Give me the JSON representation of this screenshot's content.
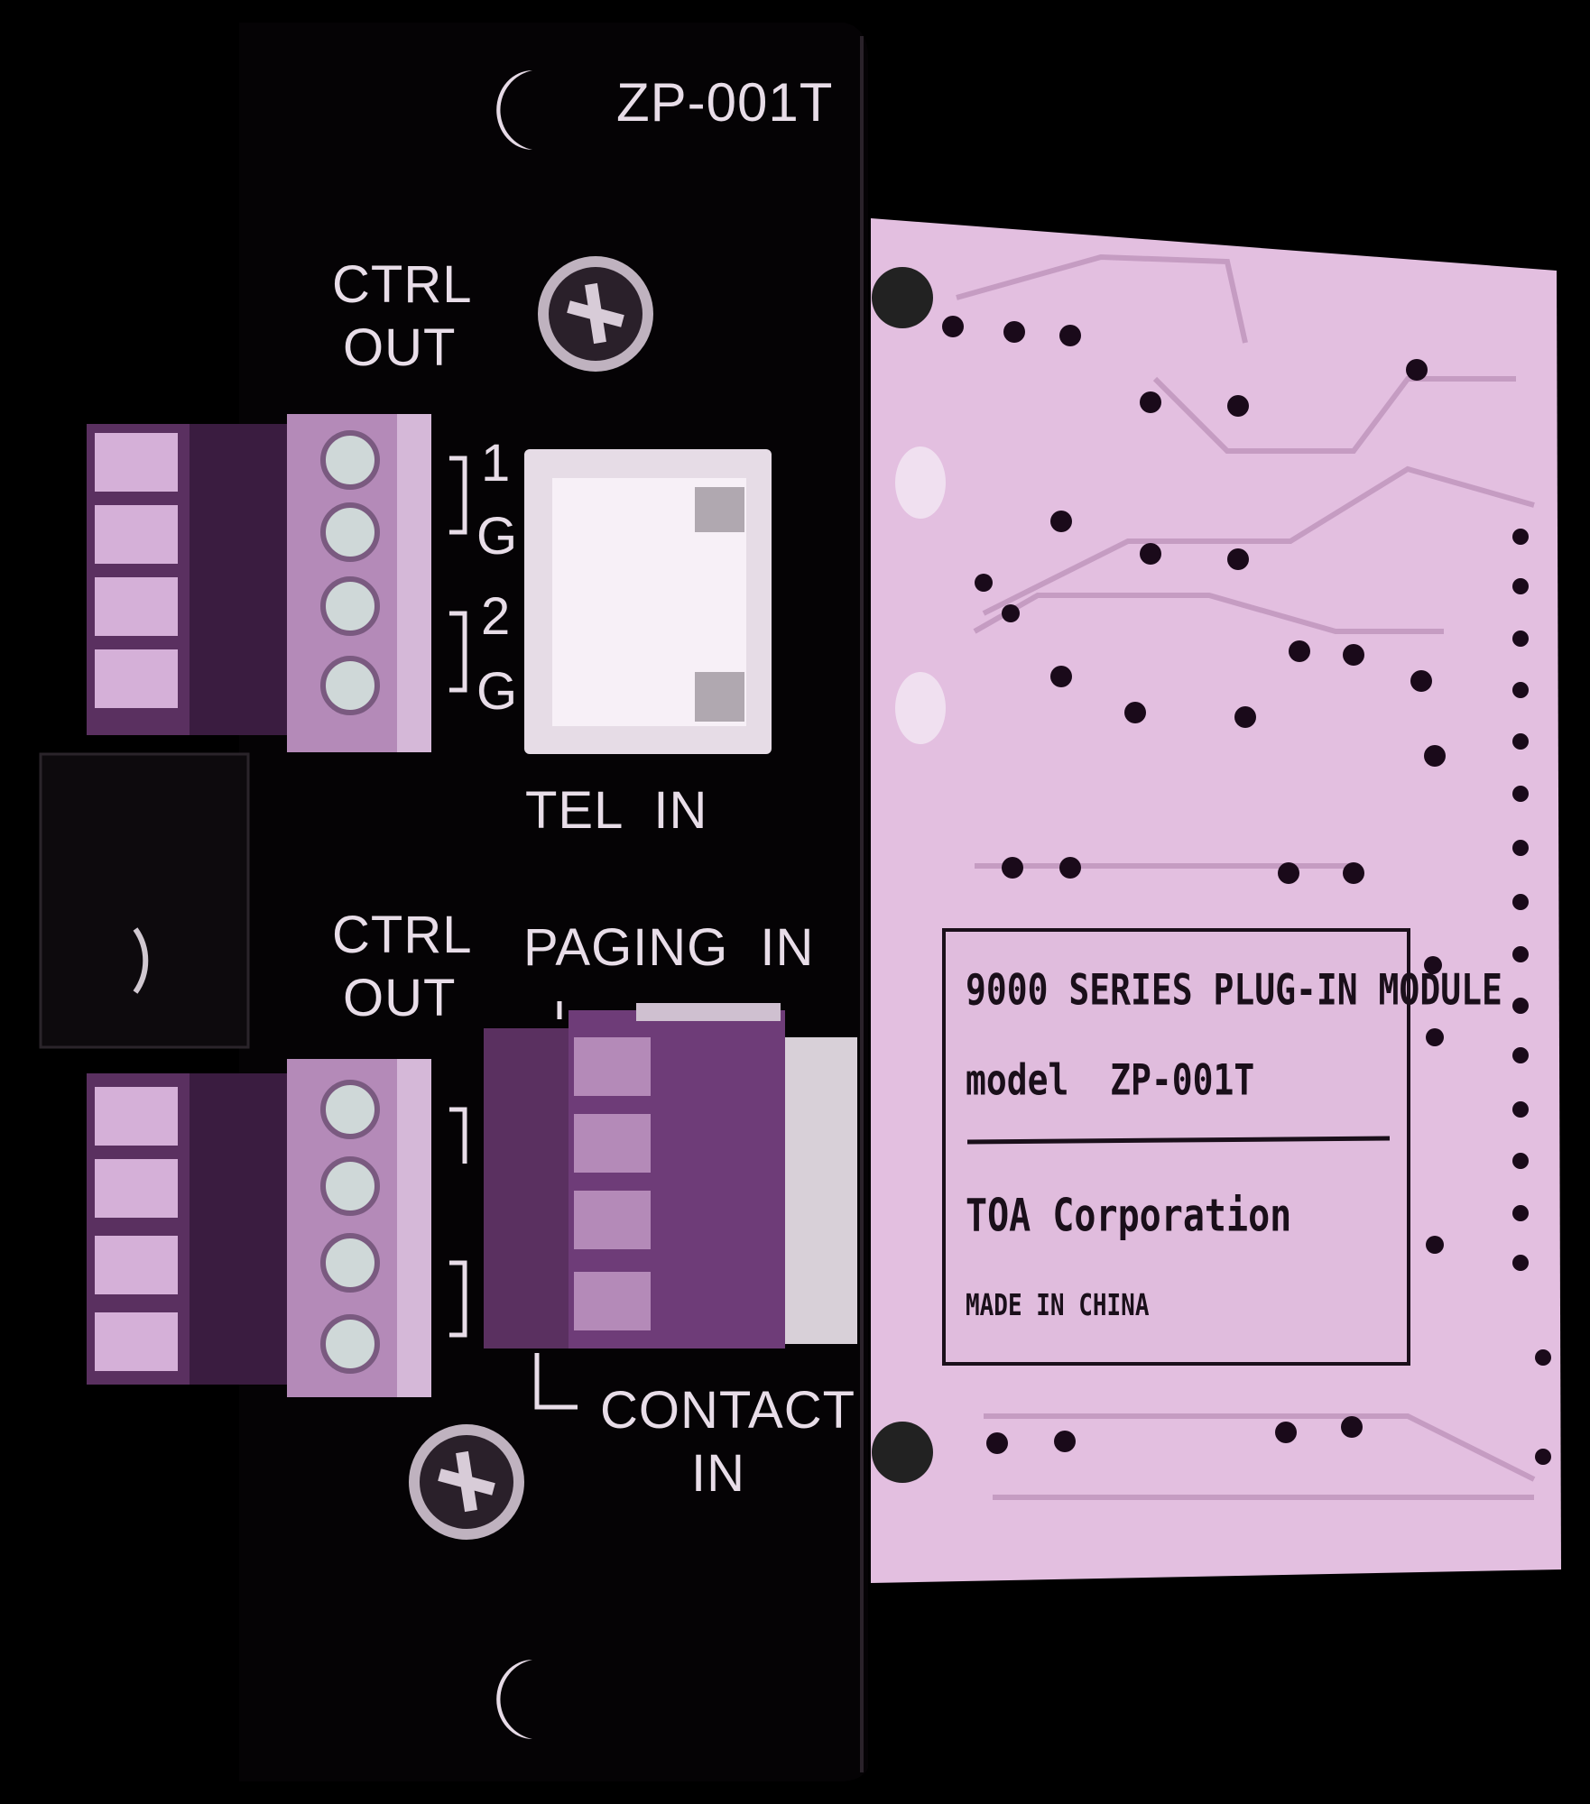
{
  "faceplate": {
    "model": "ZP-001T",
    "ctrl_out_top": [
      "CTRL",
      "OUT"
    ],
    "ctrl_out_bottom": [
      "CTRL",
      "OUT"
    ],
    "terminal_labels": [
      "1",
      "G",
      "2",
      "G"
    ],
    "tel_in": "TEL IN",
    "paging_in": "PAGING IN",
    "contact_in": [
      "CONTACT",
      "IN"
    ]
  },
  "pcb_label": {
    "line1": "9000 SERIES PLUG-IN MODULE",
    "line2": "model  ZP-001T",
    "line3": "TOA Corporation",
    "line4": "MADE IN CHINA"
  },
  "colors": {
    "background": "#000000",
    "pcb": "#e3bfe0",
    "terminal": "#b48ab8",
    "terminal_dark": "#5a3060",
    "plate_text": "#e8dde8"
  }
}
